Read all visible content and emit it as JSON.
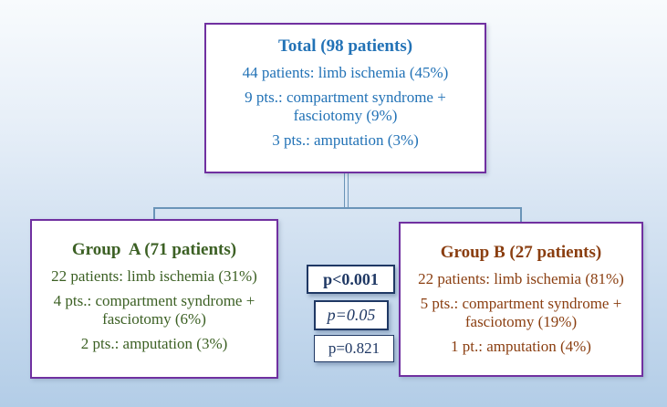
{
  "diagram": {
    "total_box": {
      "title": "Total (98 patients)",
      "lines": [
        "44 patients: limb ischemia (45%)",
        "9 pts.: compartment syndrome + fasciotomy (9%)",
        "3 pts.: amputation (3%)"
      ]
    },
    "group_a_box": {
      "title": "Group  A (71 patients)",
      "lines": [
        "22 patients: limb ischemia (31%)",
        "4 pts.: compartment syndrome + fasciotomy (6%)",
        "2 pts.: amputation (3%)"
      ]
    },
    "group_b_box": {
      "title": "Group B (27 patients)",
      "lines": [
        "22 patients: limb ischemia (81%)",
        "5 pts.: compartment syndrome + fasciotomy (19%)",
        "1 pt.: amputation (4%)"
      ]
    },
    "p_values": {
      "top": "p<0.001",
      "middle": "p=0.05",
      "bottom": "p=0.821"
    },
    "colors": {
      "box_border_purple": "#7030a0",
      "total_text_blue": "#2272b6",
      "group_a_text_green": "#3c6024",
      "group_b_text_brown": "#8a3e10",
      "p_value_navy": "#1f3864",
      "connector_steel_blue": "#6a94b8"
    }
  }
}
